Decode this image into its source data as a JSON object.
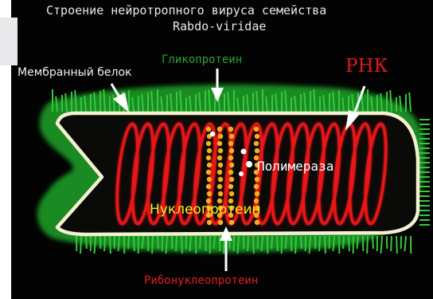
{
  "title": {
    "line1": "Строение нейротропного вируса семейства",
    "line2": "Rabdo-viridae"
  },
  "labels": {
    "glycoprotein": "Гликопротеин",
    "membrane_protein": "Мембранный белок",
    "rna": "РНК",
    "polymerase": "Полимераза",
    "nucleoprotein": "Нуклеопротеин",
    "ribonucleoprotein": "Рибонуклеопротеин"
  },
  "colors": {
    "background": "#030303",
    "glycoprotein_spikes": "#35c93c",
    "membrane": "#f5f1d0",
    "rna_coil": "#e81818",
    "nucleoprotein_core": "#f5b21c",
    "arrows": "#ffffff"
  }
}
